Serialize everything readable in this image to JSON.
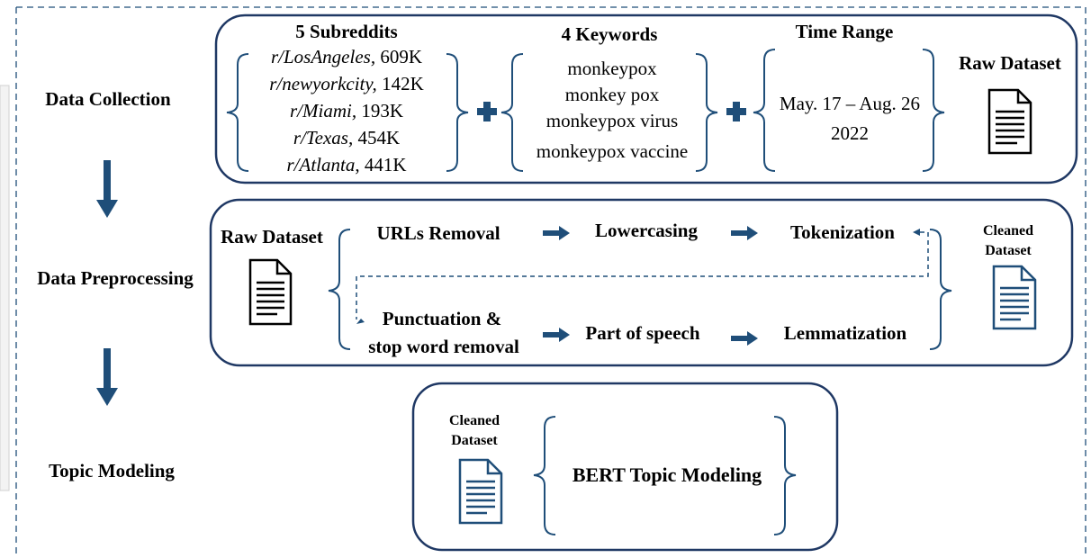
{
  "stages": [
    {
      "label": "Data Collection"
    },
    {
      "label": "Data Preprocessing"
    },
    {
      "label": "Topic Modeling"
    }
  ],
  "collection": {
    "subreddits_title": "5 Subreddits",
    "subreddits": [
      {
        "name": "r/LosAngeles,",
        "count": "609K"
      },
      {
        "name": "r/newyorkcity,",
        "count": "142K"
      },
      {
        "name": "r/Miami,",
        "count": "193K"
      },
      {
        "name": "r/Texas,",
        "count": "454K"
      },
      {
        "name": "r/Atlanta",
        "count": ", 441K"
      }
    ],
    "keywords_title": "4 Keywords",
    "keywords": [
      "monkeypox",
      "monkey pox",
      "monkeypox virus",
      "monkeypox vaccine"
    ],
    "time_title": "Time Range",
    "time_range_line1": "May. 17 – Aug. 26",
    "time_range_line2": "2022",
    "output_label": "Raw Dataset"
  },
  "preprocessing": {
    "input_label": "Raw Dataset",
    "steps_row1": [
      "URLs Removal",
      "Lowercasing",
      "Tokenization"
    ],
    "steps_row2": [
      "Punctuation &",
      "stop word removal",
      "Part of speech",
      "Lemmatization"
    ],
    "output_label_line1": "Cleaned",
    "output_label_line2": "Dataset"
  },
  "topic_modeling": {
    "input_label_line1": "Cleaned",
    "input_label_line2": "Dataset",
    "method": "BERT Topic Modeling"
  },
  "colors": {
    "accent": "#1f4e79",
    "border": "#1f3864",
    "text": "#000000"
  }
}
